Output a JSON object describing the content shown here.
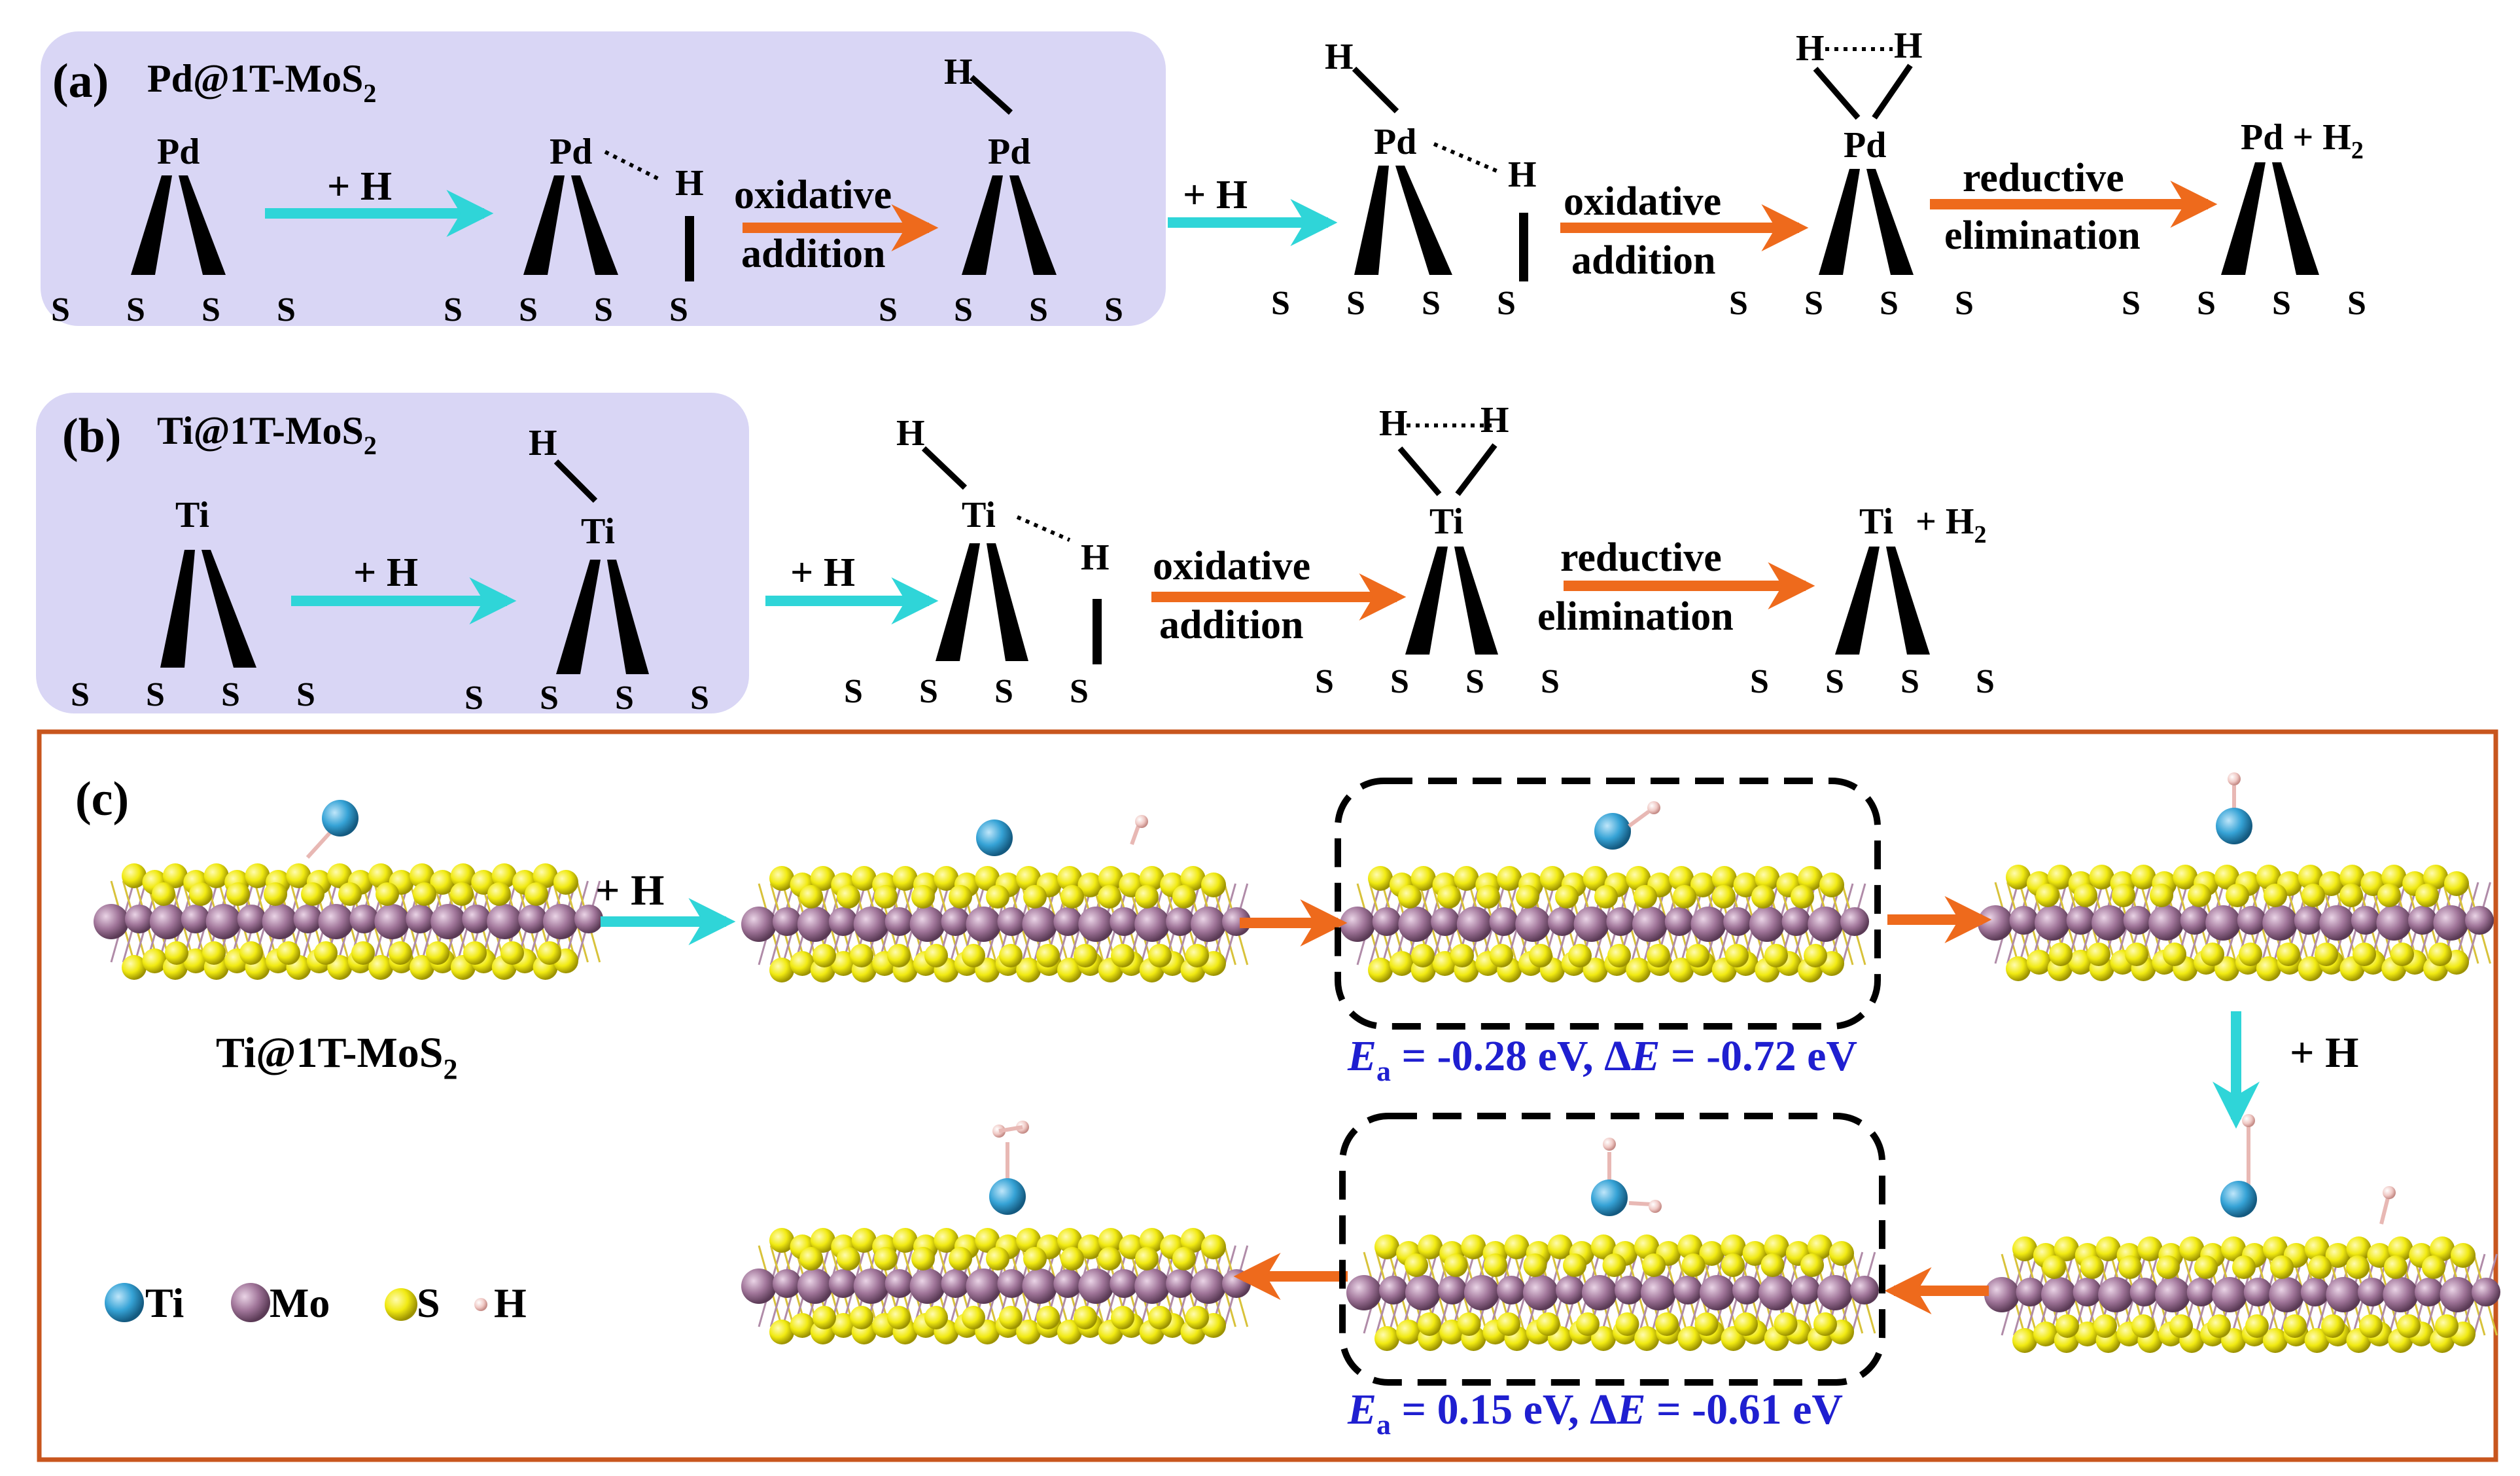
{
  "colors": {
    "panel_bg": "#d9d6f5",
    "frame": "#c8561e",
    "cyan_arrow": "#2fd5d8",
    "orange_arrow": "#ee6a1c",
    "ti": "#36a3d6",
    "mo": "#a1769a",
    "s": "#f1ea12",
    "h": "#f0c9c5",
    "energy_text": "#1f1fd0"
  },
  "panel_a": {
    "label": "(a)",
    "title_main": "Pd@1T-MoS",
    "title_sub": "2",
    "metal": "Pd",
    "h": "H",
    "s": "S",
    "add_h": "+ H",
    "oxidative": "oxidative",
    "addition": "addition",
    "reductive": "reductive",
    "elimination": "elimination",
    "product_main": "Pd + H",
    "product_sub": "2"
  },
  "panel_b": {
    "label": "(b)",
    "title_main": "Ti@1T-MoS",
    "title_sub": "2",
    "metal": "Ti",
    "h": "H",
    "s": "S",
    "add_h": "+ H",
    "oxidative": "oxidative",
    "addition": "addition",
    "reductive": "reductive",
    "elimination": "elimination",
    "product_main": "Ti",
    "product_tail": "+ H",
    "product_sub": "2"
  },
  "panel_c": {
    "label": "(c)",
    "caption_main": "Ti@1T-MoS",
    "caption_sub": "2",
    "add_h_1": "+ H",
    "add_h_2": "+ H",
    "energy_1": {
      "ea_sym": "E",
      "ea_sub": "a",
      "ea_val": " = -0.28 eV, Δ",
      "de_sym": "E",
      "de_val": " = -0.72 eV"
    },
    "energy_2": {
      "ea_sym": "E",
      "ea_sub": "a",
      "ea_val": " = 0.15 eV, Δ",
      "de_sym": "E",
      "de_val": " = -0.61 eV"
    },
    "legend": [
      {
        "icon": "ti-atom-icon",
        "label": "Ti"
      },
      {
        "icon": "mo-atom-icon",
        "label": "Mo"
      },
      {
        "icon": "s-atom-icon",
        "label": "S"
      },
      {
        "icon": "h-atom-icon",
        "label": "H"
      }
    ]
  }
}
